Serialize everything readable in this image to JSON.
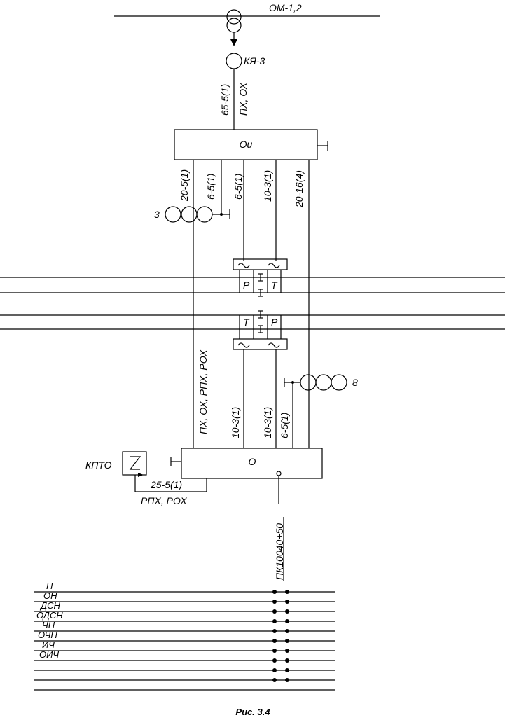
{
  "diagram": {
    "top_line_label": "ОМ-1,2",
    "ky_label": "КЯ-3",
    "feed_cable": "65-5(1)",
    "feed_cores": "ПХ, ОХ",
    "box_ou": "Ou",
    "ou_cables": [
      "20-5(1)",
      "6-5(1)",
      "6-5(1)",
      "10-3(1)",
      "20-16(4)"
    ],
    "coil_left_count": "3",
    "crossing_top": [
      "Р",
      "Т"
    ],
    "crossing_bottom": [
      "Т",
      "Р"
    ],
    "lower_cores": "ПХ, ОХ, РПХ, РОХ",
    "lower_cables": [
      "10-3(1)",
      "10-3(1)",
      "6-5(1)"
    ],
    "coil_right_count": "8",
    "box_o": "O",
    "kpto_label": "КПТО",
    "kpto_cable": "25-5(1)",
    "kpto_cores": "РПХ, РОХ",
    "picket": "ПК10040+50",
    "bus_labels": [
      "Н",
      "ОН",
      "ДСН",
      "ОДСН",
      "ЧН",
      "ОЧН",
      "ИЧ",
      "ОИЧ"
    ],
    "caption": "Рис. 3.4"
  }
}
